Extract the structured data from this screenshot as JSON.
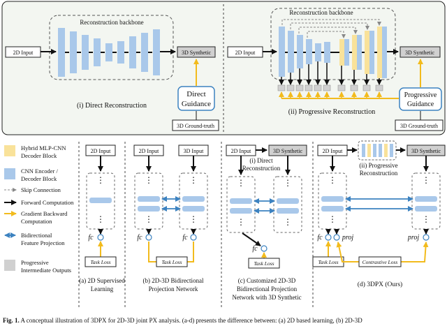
{
  "top_left": {
    "input": "2D Input",
    "backbone": "Reconstruction backbone",
    "output": "3D Synthetic",
    "guidance_l1": "Direct",
    "guidance_l2": "Guidance",
    "ground_truth": "3D Ground-truth",
    "caption": "(i) Direct Reconstruction"
  },
  "top_right": {
    "input": "2D Input",
    "backbone": "Reconstruction backbone",
    "output": "3D Synthetic",
    "guidance_l1": "Progressive",
    "guidance_l2": "Guidance",
    "ground_truth": "3D Ground-truth",
    "caption": "(ii) Progressive Reconstruction"
  },
  "legend": {
    "hybrid_l1": "Hybrid MLP-CNN",
    "hybrid_l2": "Decoder Block",
    "cnn_l1": "CNN Encoder /",
    "cnn_l2": "Decoder Block",
    "skip": "Skip Connection",
    "forward": "Forward Computation",
    "gradient_l1": "Gradient Backward",
    "gradient_l2": "Computation",
    "bidir_l1": "Bidirectional",
    "bidir_l2": "Feature Projection",
    "prog_l1": "Progressive",
    "prog_l2": "Intermediate Outputs"
  },
  "panel_a": {
    "input": "2D Input",
    "fc": "fc",
    "loss": "Task Loss",
    "caption_l1": "(a) 2D Supervised",
    "caption_l2": "Learning"
  },
  "panel_b": {
    "input_left": "2D Input",
    "input_right": "3D Input",
    "fc_left": "fc",
    "fc_right": "fc",
    "loss": "Task Loss",
    "caption_l1": "(b) 2D-3D Bidirectional",
    "caption_l2": "Projection Network"
  },
  "panel_c": {
    "input": "2D Input",
    "output": "3D Synthetic",
    "recon_l1": "(i) Direct",
    "recon_l2": "Reconstruction",
    "fc": "fc",
    "loss": "Task Loss",
    "caption_l1": "(c) Customized 2D-3D",
    "caption_l2": "Bidirectional Projection",
    "caption_l3": "Network with 3D Synthetic"
  },
  "panel_d": {
    "input": "2D Input",
    "output": "3D Synthetic",
    "recon_l1": "(ii) Progressive",
    "recon_l2": "Reconstruction",
    "fc": "fc",
    "proj_left": "proj",
    "proj_right": "proj",
    "task_loss": "Task Loss",
    "contrastive_loss": "Contrastive Loss",
    "caption": "(d) 3DPX (Ours)"
  },
  "figure_caption": {
    "label": "Fig. 1.",
    "text": " A conceptual illustration of 3DPX for 2D-3D joint PX analysis. (a-d) presents the difference between: (a) 2D based learning, (b) 2D-3D"
  },
  "colors": {
    "cnn_block": "#a9c8ea",
    "hybrid_block": "#f9e29a",
    "gradient_arrow": "#f2bb1d",
    "bidir_arrow": "#3c82c0",
    "top_panel_bg": "#f3f6f1",
    "grey_box": "#d0d0d0"
  }
}
